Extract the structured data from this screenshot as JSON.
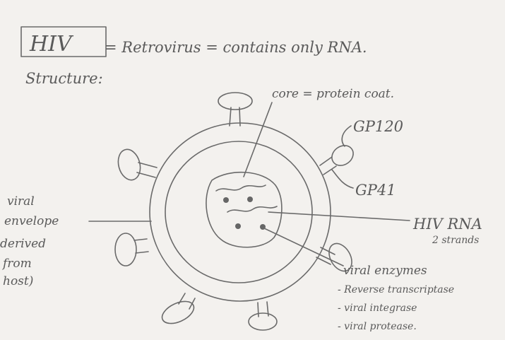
{
  "heading": {
    "hiv": "HIV",
    "rest": "= Retrovirus = contains only RNA."
  },
  "structure_label": "Structure:",
  "labels": {
    "core": "core = protein coat.",
    "gp120": "GP120",
    "gp41": "GP41",
    "envelope": [
      "viral",
      "envelope",
      "derived",
      "from",
      "host)"
    ],
    "hiv_rna": [
      "HIV RNA",
      "2 strands"
    ],
    "enzymes": [
      "viral enzymes",
      "- Reverse transcriptase",
      "- viral integrase",
      "- viral protease."
    ]
  },
  "colors": {
    "paper": "#f3f1ee",
    "pencil": "#6a6a6a"
  }
}
